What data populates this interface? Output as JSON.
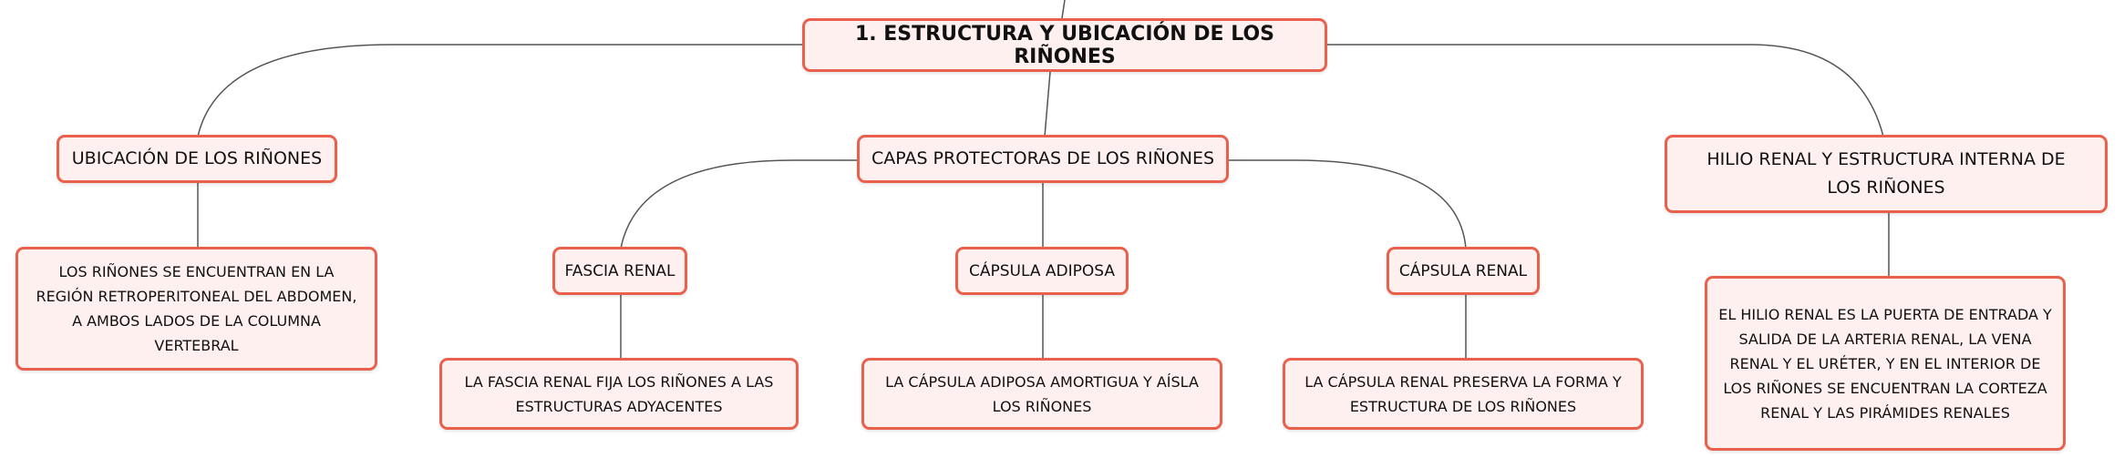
{
  "root": {
    "label": "1. ESTRUCTURA Y UBICACIÓN DE LOS RIÑONES"
  },
  "branches": {
    "ubicacion": {
      "label": "UBICACIÓN DE LOS RIÑONES",
      "detail": "LOS RIÑONES SE ENCUENTRAN EN LA REGIÓN RETROPERITONEAL DEL ABDOMEN, A AMBOS LADOS DE LA COLUMNA VERTEBRAL"
    },
    "capas": {
      "label": "CAPAS PROTECTORAS DE LOS RIÑONES",
      "fascia": {
        "label": "FASCIA RENAL",
        "detail": "LA FASCIA RENAL FIJA LOS RIÑONES A LAS ESTRUCTURAS ADYACENTES"
      },
      "adiposa": {
        "label": "CÁPSULA ADIPOSA",
        "detail": "LA CÁPSULA ADIPOSA AMORTIGUA Y AÍSLA LOS RIÑONES"
      },
      "renal": {
        "label": "CÁPSULA RENAL",
        "detail": "LA CÁPSULA RENAL PRESERVA LA FORMA Y ESTRUCTURA DE LOS RIÑONES"
      }
    },
    "hilio": {
      "label": "HILIO RENAL Y ESTRUCTURA INTERNA DE LOS RIÑONES",
      "detail": "EL HILIO RENAL ES LA PUERTA DE ENTRADA Y SALIDA DE LA ARTERIA RENAL, LA VENA RENAL Y EL URÉTER, Y EN EL INTERIOR DE LOS RIÑONES SE ENCUENTRAN LA CORTEZA RENAL Y LAS PIRÁMIDES RENALES"
    }
  },
  "colors": {
    "border": "#e9604d",
    "fill": "#fdf0ee",
    "line": "#555555"
  }
}
